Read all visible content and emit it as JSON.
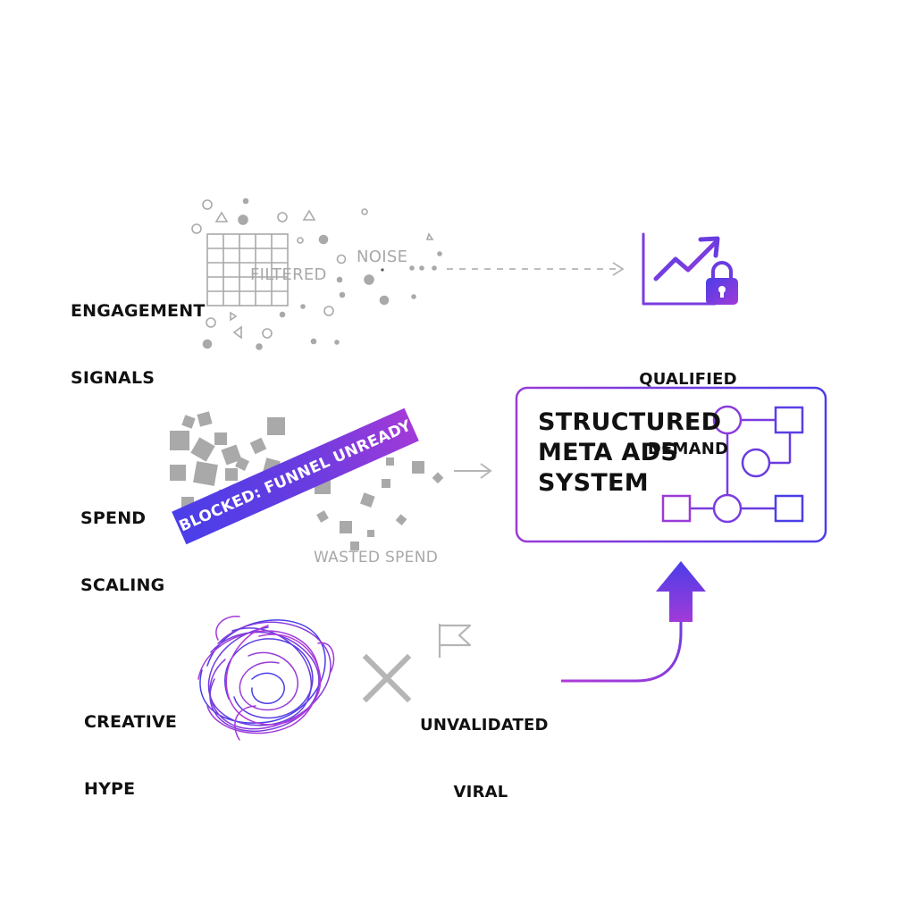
{
  "rows": {
    "engagement": {
      "label_line1": "ENGAGEMENT",
      "label_line2": "SIGNALS"
    },
    "spend": {
      "label_line1": "SPEND",
      "label_line2": "SCALING"
    },
    "creative": {
      "label_line1": "CREATIVE",
      "label_line2": "HYPE"
    }
  },
  "engagement_area": {
    "filtered_label": "FILTERED",
    "noise_label": "NOISE"
  },
  "qualified": {
    "label_line1": "QUALIFIED",
    "label_line2": "DEMAND"
  },
  "spend_area": {
    "banner_text": "BLOCKED: FUNNEL UNREADY",
    "wasted_label": "WASTED SPEND"
  },
  "system_box": {
    "title_line1": "STRUCTURED",
    "title_line2": "META ADS",
    "title_line3": "SYSTEM"
  },
  "creative_area": {
    "unvalidated_line1": "UNVALIDATED",
    "unvalidated_line2": "VIRAL"
  },
  "icons": {
    "chart": "growth-chart-icon",
    "lock": "padlock-icon",
    "flag": "flag-icon",
    "cross": "x-mark-icon",
    "arrow": "up-arrow-icon",
    "network": "node-network-icon"
  },
  "colors": {
    "accent_blue": "#4a3ee8",
    "accent_purple": "#a23ad8",
    "text": "#111111",
    "muted": "#a8a8a8",
    "shape_gray": "#a9a9a9"
  }
}
